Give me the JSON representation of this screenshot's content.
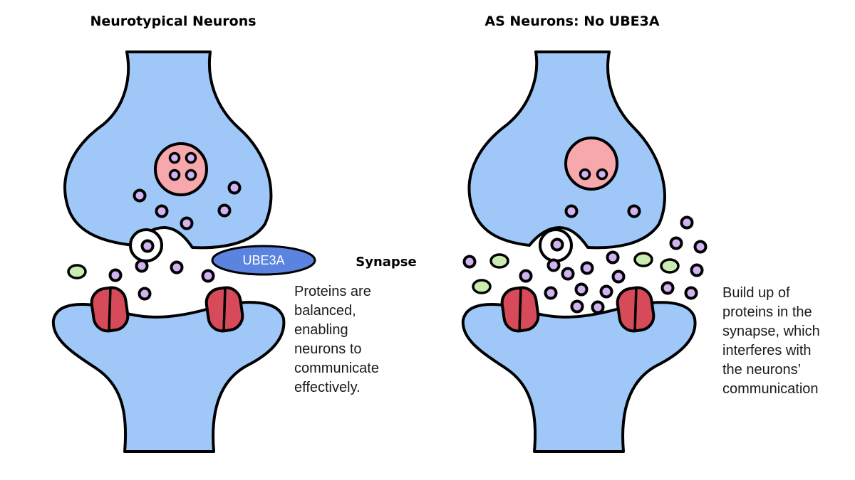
{
  "panels": [
    {
      "title": "Neurotypical Neurons",
      "caption_lines": [
        "Proteins are",
        "balanced,",
        "enabling",
        "neurons to",
        "communicate",
        "effectively."
      ]
    },
    {
      "title": "AS Neurons: No UBE3A",
      "caption_lines": [
        "Build up of",
        "proteins in the",
        "synapse, which",
        "interferes with",
        "the neurons’",
        "communication"
      ]
    }
  ],
  "labels": {
    "synapse": "Synapse",
    "enzyme": "UBE3A"
  },
  "colors": {
    "neuron": "#9fc8f9",
    "outline": "#000000",
    "nucleus": "#f7a8ad",
    "protein": "#d1b3f2",
    "other_molecule": "#c9ecb1",
    "receptor": "#d64a5a",
    "enzyme": "#5b83e0"
  }
}
